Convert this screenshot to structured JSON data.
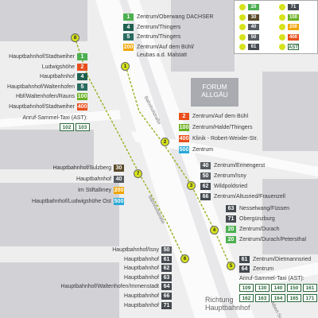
{
  "colors": {
    "line1": "#4caf50",
    "line2": "#e84e1b",
    "line3": "#2e6b5a",
    "line4": "#1f5f4f",
    "line5": "#2a6b60",
    "line20": "#4caf50",
    "line30": "#5a4a2a",
    "line40": "#555a60",
    "line50": "#555a60",
    "line100": "#6ab023",
    "line200": "#f0a500",
    "line400": "#e84e1b",
    "line500": "#2aa9d6",
    "line61": "#444a50",
    "stopdot": "#d6e21b"
  },
  "forum": {
    "line1": "FORUM",
    "line2": "ALLGÄU"
  },
  "streets": {
    "bahnhofstr_a": "Bahnhofstraße",
    "bahnhofstr_b": "Bahnhofstraße",
    "albert": "Albert-Sch..."
  },
  "direction": {
    "line1": "Richtung",
    "line2": "Hauptbahnhof"
  },
  "stops": [
    "1",
    "2",
    "3",
    "4",
    "5",
    "6",
    "7",
    "8"
  ],
  "left_stop8": {
    "rows": [
      {
        "text": "Hauptbahnhof/Stadtweiher",
        "line": "1"
      },
      {
        "text": "Ludwigshöhe",
        "line": "2"
      },
      {
        "text": "Hauptbahnhof",
        "line": "4"
      },
      {
        "text": "Hauptbahnhof/Waltenhofen",
        "line": "5"
      },
      {
        "text": "Hbf/Waltenhofen/Rauns",
        "line": "100"
      },
      {
        "text": "Hauptbahnhof/Stadtweiher",
        "line": "400"
      }
    ],
    "ast_label": "Anruf-Sammel-Taxi (AST):",
    "ast": [
      "102",
      "103"
    ]
  },
  "right_stop1": {
    "rows": [
      {
        "line": "1",
        "text": "Zentrum/Oberwang DACHSER"
      },
      {
        "line": "4",
        "text": "Zentrum/Thingers"
      },
      {
        "line": "5",
        "text": "Zentrum/Thingers"
      },
      {
        "line": "200",
        "text": "Zentrum/Auf dem Bühl/"
      }
    ],
    "extra": "Leubas a.d. Malstatt"
  },
  "right_stop2": {
    "rows": [
      {
        "line": "2",
        "text": "Zentrum/Auf dem Bühl"
      },
      {
        "line": "100",
        "text": "Zentrum/Halde/Thingers"
      },
      {
        "line": "400",
        "text": "Klinik - Robert-Weixler-Str."
      },
      {
        "line": "500",
        "text": "Zentrum"
      }
    ]
  },
  "left_stop7": {
    "rows": [
      {
        "text": "Hauptbahnhof/Sulzberg",
        "line": "30"
      },
      {
        "text": "Hauptbahnhof",
        "line": "40"
      },
      {
        "text": "Im Stiftallmey",
        "line": "200"
      },
      {
        "text": "Hauptbahnhof/Ludwigshöhe Ost",
        "line": "500"
      }
    ]
  },
  "right_stop3": {
    "rows": [
      {
        "line": "40",
        "text": "Zentrum/Ermengerst"
      },
      {
        "line": "50",
        "text": "Zentrum/Isny"
      },
      {
        "line": "62",
        "text": "Wildpoldsried"
      },
      {
        "line": "66",
        "text": "Zentrum/Altusried/Frauenzell"
      }
    ]
  },
  "right_stop4": {
    "rows": [
      {
        "line": "63",
        "text": "Nesselwang/Füssen"
      },
      {
        "line": "71",
        "text": "Obergünzburg"
      },
      {
        "line": "20",
        "text": "Zentrum/Durach"
      },
      {
        "line": "20",
        "text": "Zentrum/Durach/Petersthal"
      }
    ]
  },
  "left_stop6": {
    "rows": [
      {
        "text": "Hauptbahnhof/Isny",
        "line": "50"
      },
      {
        "text": "Hauptbahnhof",
        "line": "61"
      },
      {
        "text": "Hauptbahnhof",
        "line": "62"
      },
      {
        "text": "Hauptbahnhof",
        "line": "63"
      },
      {
        "text": "Hauptbahnhof/Waltenhofen/Immenstadt",
        "line": "64"
      },
      {
        "text": "Hauptbahnhof",
        "line": "66"
      },
      {
        "text": "Hauptbahnhof",
        "line": "71"
      }
    ]
  },
  "right_stop5": {
    "rows": [
      {
        "line": "61",
        "text": "Zentrum/Dietmannsried"
      },
      {
        "line": "64",
        "text": "Zentrum"
      }
    ],
    "ast_label": "Anruf-Sammel-Taxi (AST):",
    "ast": [
      "109",
      "130",
      "140",
      "150",
      "161",
      "162",
      "163",
      "164",
      "165",
      "171"
    ]
  },
  "legend": {
    "rows": [
      {
        "dot": "",
        "line": "20",
        "dot2": "",
        "line2": "71"
      },
      {
        "dot": "",
        "line": "30",
        "dot2": "",
        "line2": "100"
      },
      {
        "dot": "",
        "line": "40",
        "dot2": "",
        "line2": "200"
      },
      {
        "dot": "",
        "line": "50",
        "dot2": "",
        "line2": "400"
      },
      {
        "dot": "",
        "line": "61",
        "dot2": "",
        "line2": "AST"
      }
    ]
  }
}
